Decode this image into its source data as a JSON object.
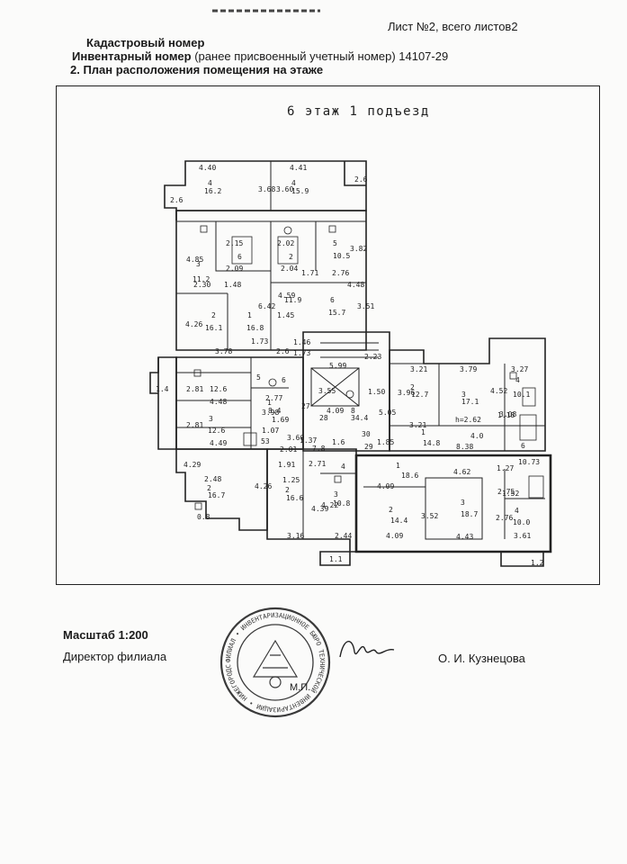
{
  "header": {
    "sheet": "Лист №2, всего листов2",
    "cadastral_label": "Кадастровый номер",
    "inventory_label": "Инвентарный номер",
    "inventory_note": " (ранее присвоенный учетный номер) 14107-29",
    "plan_title": "2. План расположения помещения на этаже"
  },
  "plan": {
    "floor_caption": "6 этаж 1 подъезд",
    "labels": [
      "4.40",
      "16.2",
      "3.68",
      "4",
      "4.41",
      "15.9",
      "3.60",
      "4",
      "2.6",
      "2.6",
      "4.85",
      "3",
      "11.2",
      "2.15",
      "2.09",
      "6",
      "2.02",
      "2",
      "2.04",
      "5",
      "10.5",
      "3.82",
      "1.71",
      "2.76",
      "2.30",
      "1.48",
      "4.48",
      "4.59",
      "11.9",
      "6",
      "15.7",
      "6.42",
      "3.51",
      "4.26",
      "2",
      "16.1",
      "1",
      "16.8",
      "1.45",
      "1.73",
      "1.46",
      "3.78",
      "1.73",
      "2.6",
      "2.23",
      "5.99",
      "3.21",
      "3.79",
      "3.27",
      "4",
      "2.81",
      "12.6",
      "4.48",
      "2.77",
      "5",
      "6",
      "3.96",
      "2",
      "12.7",
      "3",
      "17.1",
      "4.52",
      "10.1",
      "1.4",
      "3.55",
      "1.50",
      "4.09",
      "8",
      "34.4",
      "3.98",
      "1",
      "8.4",
      "27",
      "28",
      "5.05",
      "3.21",
      "h=2.62",
      "3.08",
      "1.18",
      "2.81",
      "3",
      "12.6",
      "1.69",
      "4.49",
      "1.07",
      "53",
      "1.37",
      "3.60",
      "1.6",
      "30",
      "1.85",
      "1",
      "14.8",
      "8.38",
      "4.0",
      "6",
      "2.01",
      "7.8",
      "29",
      "10.73",
      "4.29",
      "1.91",
      "1.25",
      "2.71",
      "4",
      "1",
      "18.6",
      "4.62",
      "1.27",
      "2.48",
      "2",
      "16.7",
      "4.26",
      "2",
      "16.6",
      "4.39",
      "3",
      "10.8",
      "4.22",
      "4.09",
      "2.75",
      "1.52",
      "2",
      "14.4",
      "3.52",
      "3",
      "18.7",
      "2.76",
      "4",
      "10.0",
      "0.8",
      "1.1",
      "3.16",
      "2.44",
      "4.09",
      "4.43",
      "3.61",
      "1.2"
    ]
  },
  "footer": {
    "scale": "Масштаб 1:200",
    "director": "Директор филиала",
    "signer": "О. И. Кузнецова",
    "mp": "М.П."
  },
  "stamp": {
    "ring_text": "ФИЛИАЛ • ИНВЕНТАРИЗАЦИОННОЕ БЮРО ТЕХНИЧЕСКОЙ ИНВЕНТАРИЗАЦИИ • НИЖЕГОРОДСКОЙ ОБЛАСТИ •"
  },
  "colors": {
    "ink": "#222222",
    "stamp": "#3a3a3a"
  }
}
